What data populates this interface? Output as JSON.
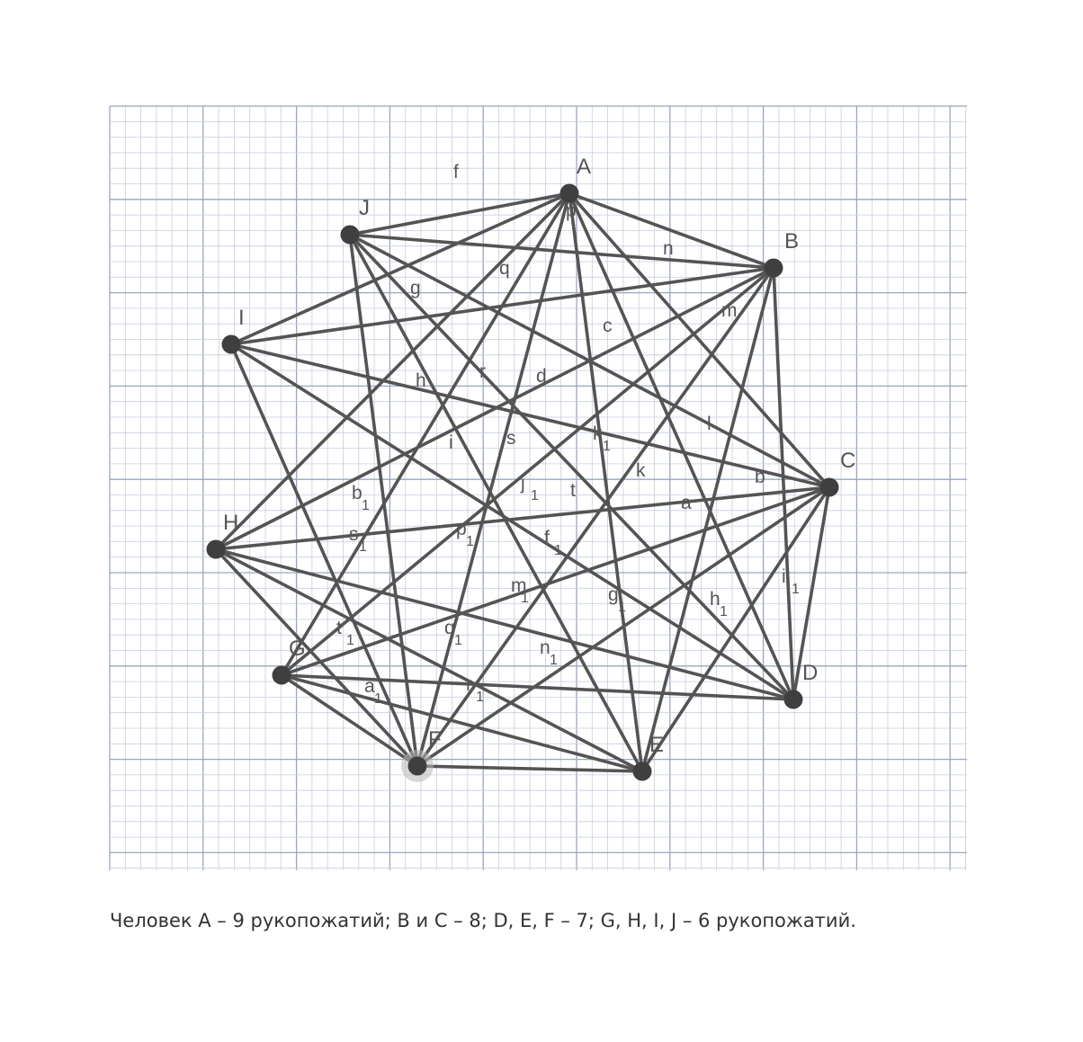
{
  "caption": "Человек A – 9 рукопожатий; B и C – 8; D, E, F – 7; G, H, I, J – 6 рукопожатий.",
  "colors": {
    "edge": "#545454",
    "vertex": "#3f3f3f",
    "grid_minor": "#c6cddd",
    "grid_major": "#9aa6bf",
    "text": "#555555"
  },
  "vertices": [
    {
      "id": "A",
      "label": "A"
    },
    {
      "id": "B",
      "label": "B"
    },
    {
      "id": "C",
      "label": "C"
    },
    {
      "id": "D",
      "label": "D"
    },
    {
      "id": "E",
      "label": "E"
    },
    {
      "id": "F",
      "label": "F"
    },
    {
      "id": "G",
      "label": "G"
    },
    {
      "id": "H",
      "label": "H"
    },
    {
      "id": "I",
      "label": "I"
    },
    {
      "id": "J",
      "label": "J"
    }
  ],
  "edges": [
    {
      "from": "A",
      "to": "B",
      "label": ""
    },
    {
      "from": "A",
      "to": "C",
      "label": ""
    },
    {
      "from": "A",
      "to": "D",
      "label": ""
    },
    {
      "from": "A",
      "to": "E",
      "label": ""
    },
    {
      "from": "A",
      "to": "F",
      "label": ""
    },
    {
      "from": "A",
      "to": "G",
      "label": ""
    },
    {
      "from": "A",
      "to": "H",
      "label": ""
    },
    {
      "from": "A",
      "to": "I",
      "label": ""
    },
    {
      "from": "A",
      "to": "J",
      "label": "f"
    },
    {
      "from": "B",
      "to": "J",
      "label": "n"
    },
    {
      "from": "B",
      "to": "I",
      "label": ""
    },
    {
      "from": "B",
      "to": "H",
      "label": ""
    },
    {
      "from": "B",
      "to": "G",
      "label": ""
    },
    {
      "from": "B",
      "to": "F",
      "label": ""
    },
    {
      "from": "B",
      "to": "E",
      "label": ""
    },
    {
      "from": "B",
      "to": "D",
      "label": ""
    },
    {
      "from": "C",
      "to": "J",
      "label": ""
    },
    {
      "from": "C",
      "to": "I",
      "label": ""
    },
    {
      "from": "C",
      "to": "H",
      "label": ""
    },
    {
      "from": "C",
      "to": "G",
      "label": ""
    },
    {
      "from": "C",
      "to": "F",
      "label": ""
    },
    {
      "from": "C",
      "to": "E",
      "label": ""
    },
    {
      "from": "C",
      "to": "D",
      "label": ""
    },
    {
      "from": "D",
      "to": "J",
      "label": ""
    },
    {
      "from": "D",
      "to": "I",
      "label": ""
    },
    {
      "from": "D",
      "to": "H",
      "label": ""
    },
    {
      "from": "D",
      "to": "G",
      "label": ""
    },
    {
      "from": "E",
      "to": "J",
      "label": ""
    },
    {
      "from": "E",
      "to": "H",
      "label": ""
    },
    {
      "from": "E",
      "to": "G",
      "label": ""
    },
    {
      "from": "E",
      "to": "F",
      "label": ""
    },
    {
      "from": "F",
      "to": "J",
      "label": ""
    },
    {
      "from": "F",
      "to": "I",
      "label": ""
    },
    {
      "from": "F",
      "to": "H",
      "label": ""
    },
    {
      "from": "F",
      "to": "G",
      "label": ""
    }
  ],
  "edge_labels": [
    {
      "text": "p",
      "sub": ""
    },
    {
      "text": "q",
      "sub": ""
    },
    {
      "text": "g",
      "sub": ""
    },
    {
      "text": "m",
      "sub": ""
    },
    {
      "text": "c",
      "sub": ""
    },
    {
      "text": "r",
      "sub": ""
    },
    {
      "text": "d",
      "sub": ""
    },
    {
      "text": "h",
      "sub": ""
    },
    {
      "text": "l",
      "sub": ""
    },
    {
      "text": "i",
      "sub": ""
    },
    {
      "text": "s",
      "sub": ""
    },
    {
      "text": "k",
      "sub": "1"
    },
    {
      "text": "k",
      "sub": ""
    },
    {
      "text": "b",
      "sub": ""
    },
    {
      "text": "b",
      "sub": "1"
    },
    {
      "text": "j",
      "sub": "1"
    },
    {
      "text": "t",
      "sub": ""
    },
    {
      "text": "a",
      "sub": ""
    },
    {
      "text": "s",
      "sub": "1"
    },
    {
      "text": "p",
      "sub": "1"
    },
    {
      "text": "f",
      "sub": "1"
    },
    {
      "text": "m",
      "sub": "1"
    },
    {
      "text": "g",
      "sub": "1"
    },
    {
      "text": "h",
      "sub": "1"
    },
    {
      "text": "i",
      "sub": "1"
    },
    {
      "text": "t",
      "sub": "1"
    },
    {
      "text": "q",
      "sub": "1"
    },
    {
      "text": "n",
      "sub": "1"
    },
    {
      "text": "a",
      "sub": "1"
    },
    {
      "text": "r",
      "sub": "1"
    }
  ]
}
